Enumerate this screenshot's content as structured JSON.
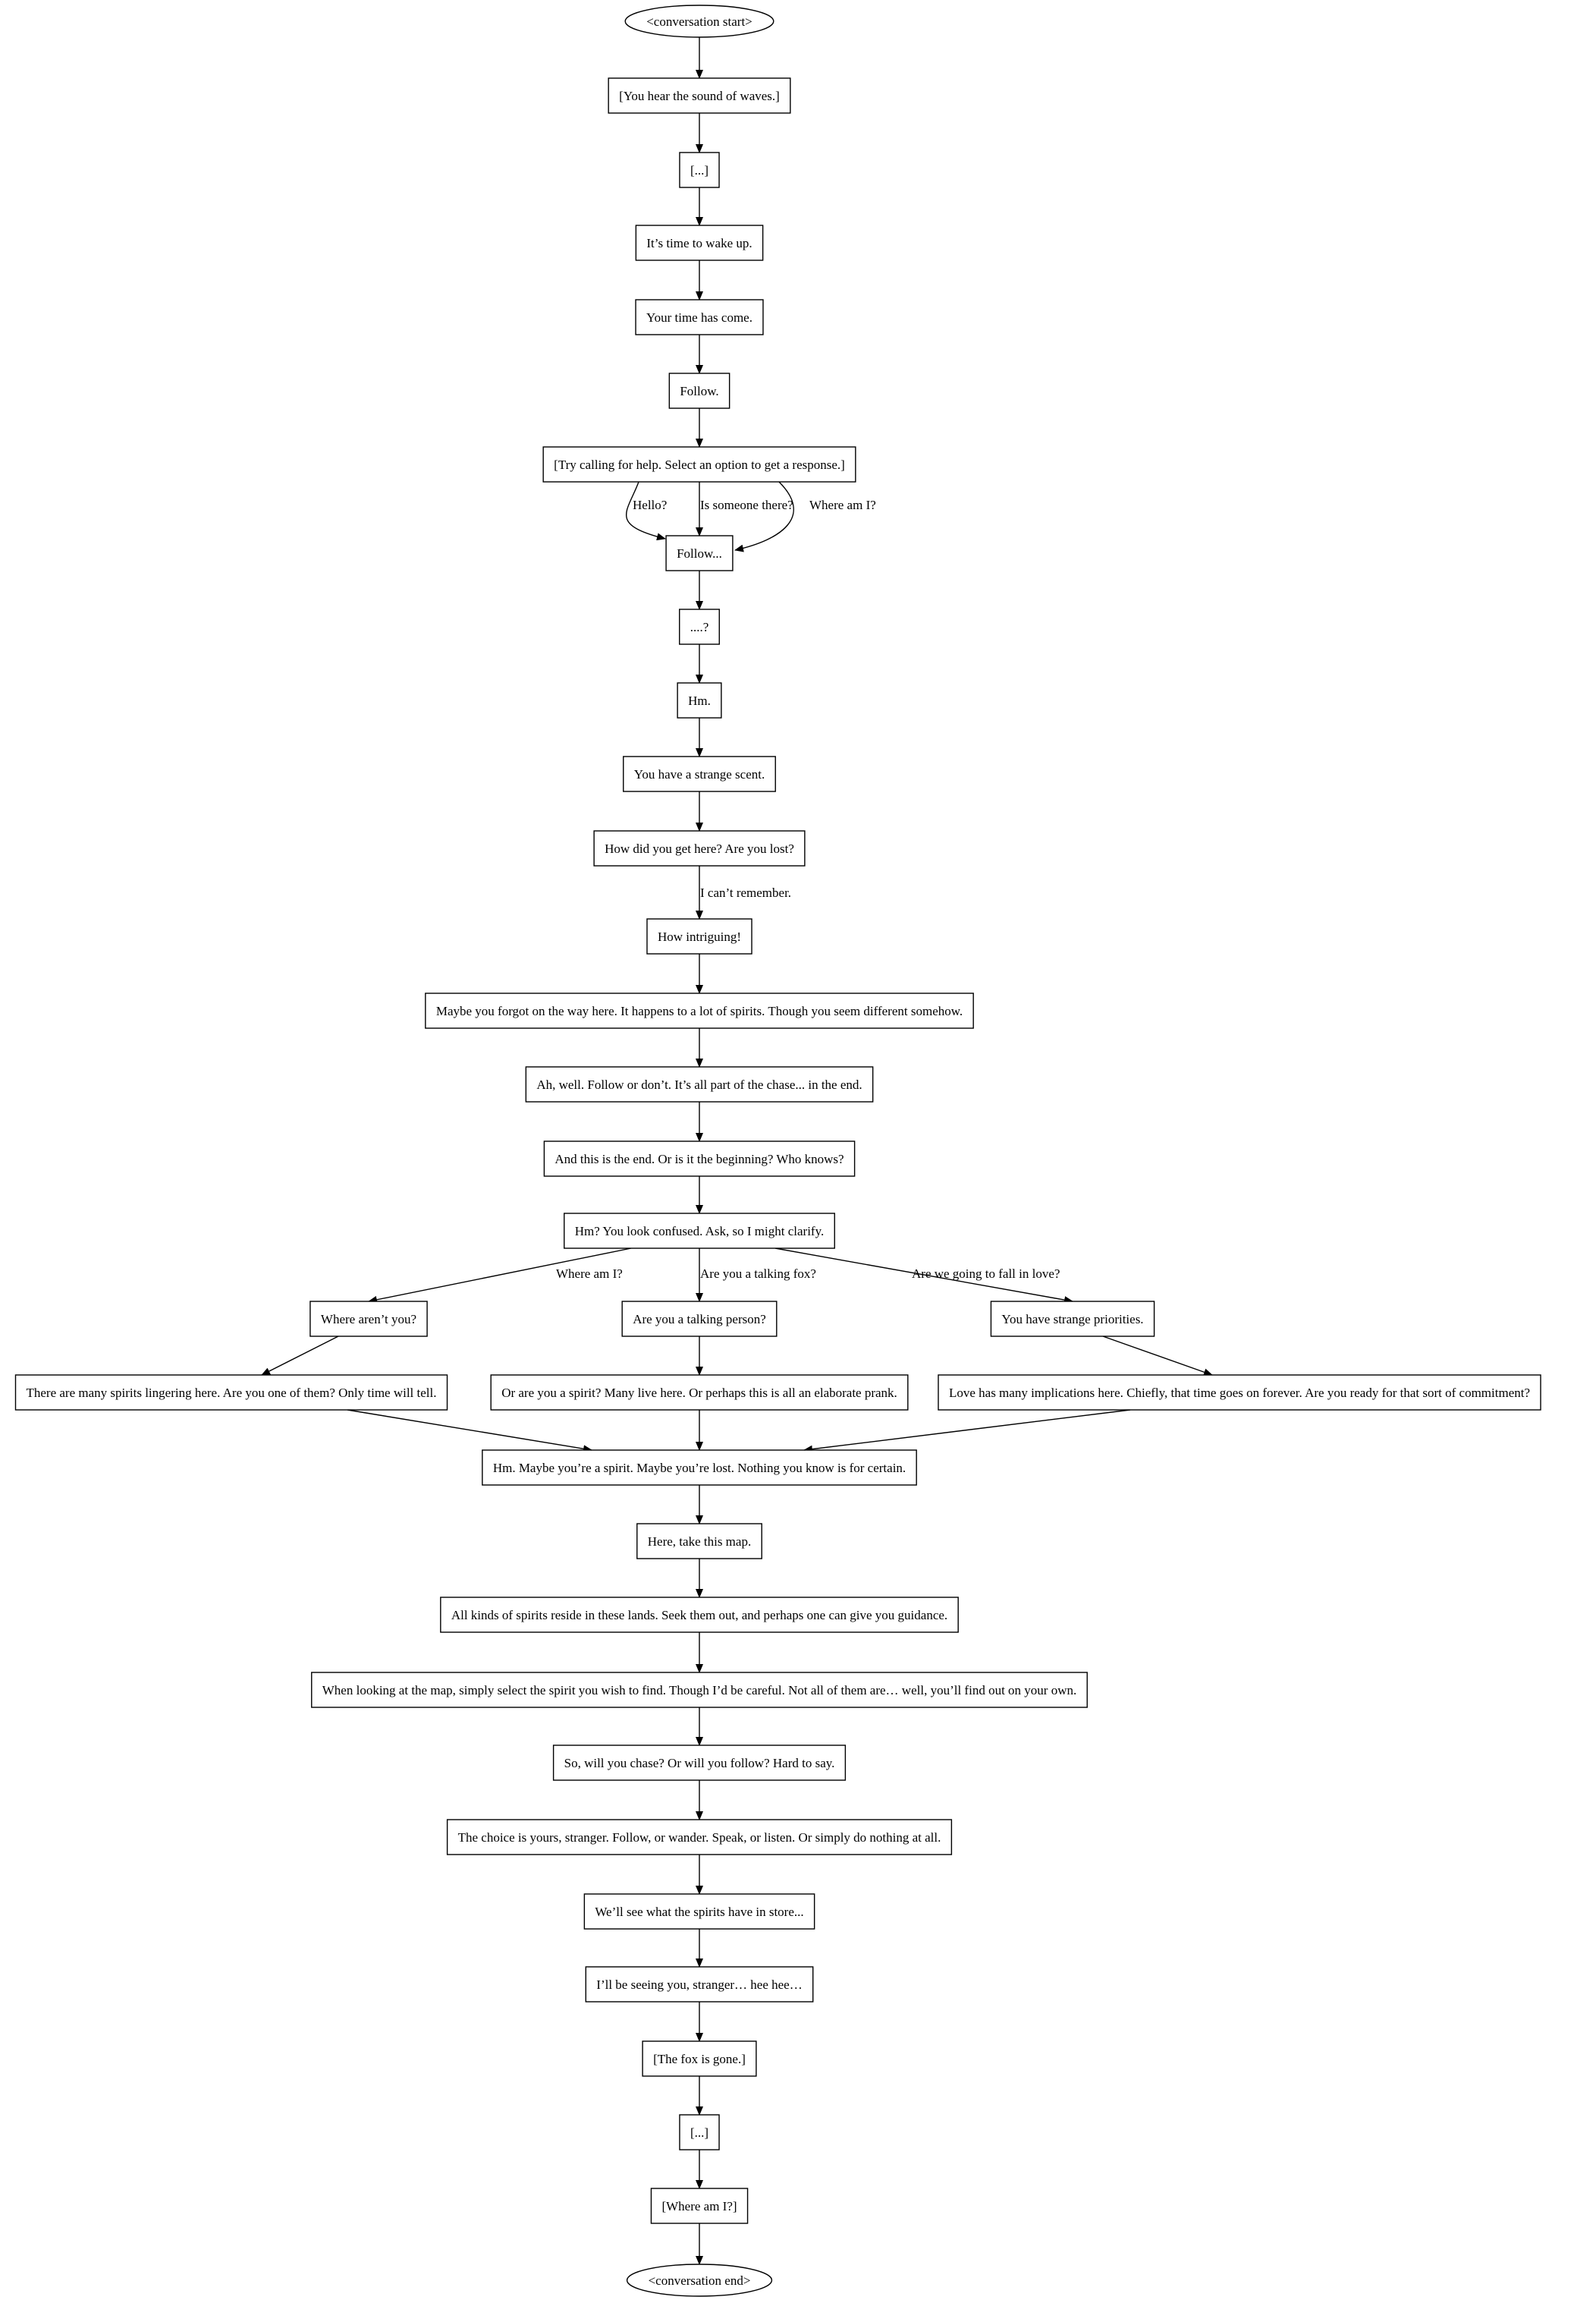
{
  "nodes": [
    {
      "id": "start",
      "shape": "ellipse",
      "text": "<conversation start>"
    },
    {
      "id": "n1",
      "shape": "box",
      "text": "[You hear the sound of waves.]"
    },
    {
      "id": "n2",
      "shape": "box",
      "text": "[...]"
    },
    {
      "id": "n3",
      "shape": "box",
      "text": "It’s time to wake up."
    },
    {
      "id": "n4",
      "shape": "box",
      "text": "Your time has come."
    },
    {
      "id": "n5",
      "shape": "box",
      "text": "Follow."
    },
    {
      "id": "n6",
      "shape": "box",
      "text": "[Try calling for help. Select an option to get a response.]"
    },
    {
      "id": "n7",
      "shape": "box",
      "text": "Follow..."
    },
    {
      "id": "n8",
      "shape": "box",
      "text": "....?"
    },
    {
      "id": "n9",
      "shape": "box",
      "text": "Hm."
    },
    {
      "id": "n10",
      "shape": "box",
      "text": "You have a strange scent."
    },
    {
      "id": "n11",
      "shape": "box",
      "text": "How did you get here? Are you lost?"
    },
    {
      "id": "n12",
      "shape": "box",
      "text": "How intriguing!"
    },
    {
      "id": "n13",
      "shape": "box",
      "text": "Maybe you forgot on the way here. It happens to a lot of spirits. Though you seem different somehow."
    },
    {
      "id": "n14",
      "shape": "box",
      "text": "Ah, well. Follow or don’t. It’s all part of the chase... in the end."
    },
    {
      "id": "n15",
      "shape": "box",
      "text": "And this is the end. Or is it the beginning? Who knows?"
    },
    {
      "id": "n16",
      "shape": "box",
      "text": "Hm? You look confused. Ask, so I might clarify."
    },
    {
      "id": "n17a",
      "shape": "box",
      "text": "Where aren’t you?"
    },
    {
      "id": "n17b",
      "shape": "box",
      "text": "Are you a talking person?"
    },
    {
      "id": "n17c",
      "shape": "box",
      "text": "You have strange priorities."
    },
    {
      "id": "n18a",
      "shape": "box",
      "text": "There are many spirits lingering here. Are you one of them? Only time will tell."
    },
    {
      "id": "n18b",
      "shape": "box",
      "text": "Or are you a spirit? Many live here. Or perhaps this is all an elaborate prank."
    },
    {
      "id": "n18c",
      "shape": "box",
      "text": "Love has many implications here. Chiefly, that time goes on forever. Are you ready for that sort of commitment?"
    },
    {
      "id": "n19",
      "shape": "box",
      "text": "Hm. Maybe you’re a spirit. Maybe you’re lost. Nothing you know is for certain."
    },
    {
      "id": "n20",
      "shape": "box",
      "text": "Here, take this map."
    },
    {
      "id": "n21",
      "shape": "box",
      "text": "All kinds of spirits reside in these lands. Seek them out, and perhaps one can give you guidance."
    },
    {
      "id": "n22",
      "shape": "box",
      "text": "When looking at the map, simply select the spirit you wish to find. Though I’d be careful. Not all of them are… well, you’ll find out on your own."
    },
    {
      "id": "n23",
      "shape": "box",
      "text": "So, will you chase? Or will you follow? Hard to say."
    },
    {
      "id": "n24",
      "shape": "box",
      "text": "The choice is yours, stranger. Follow, or wander. Speak, or listen. Or simply do nothing at all."
    },
    {
      "id": "n25",
      "shape": "box",
      "text": "We’ll see what the spirits have in store..."
    },
    {
      "id": "n26",
      "shape": "box",
      "text": "I’ll be seeing you, stranger… hee hee…"
    },
    {
      "id": "n27",
      "shape": "box",
      "text": "[The fox is gone.]"
    },
    {
      "id": "n28",
      "shape": "box",
      "text": "[...]"
    },
    {
      "id": "n29",
      "shape": "box",
      "text": "[Where am I?]"
    },
    {
      "id": "end",
      "shape": "ellipse",
      "text": "<conversation end>"
    }
  ],
  "edges": [
    {
      "from": "start",
      "to": "n1"
    },
    {
      "from": "n1",
      "to": "n2"
    },
    {
      "from": "n2",
      "to": "n3"
    },
    {
      "from": "n3",
      "to": "n4"
    },
    {
      "from": "n4",
      "to": "n5"
    },
    {
      "from": "n5",
      "to": "n6"
    },
    {
      "from": "n6",
      "to": "n7",
      "label": "Hello?"
    },
    {
      "from": "n6",
      "to": "n7",
      "label": "Is someone there?"
    },
    {
      "from": "n6",
      "to": "n7",
      "label": "Where am I?"
    },
    {
      "from": "n7",
      "to": "n8"
    },
    {
      "from": "n8",
      "to": "n9"
    },
    {
      "from": "n9",
      "to": "n10"
    },
    {
      "from": "n10",
      "to": "n11"
    },
    {
      "from": "n11",
      "to": "n12",
      "label": "I can’t remember."
    },
    {
      "from": "n12",
      "to": "n13"
    },
    {
      "from": "n13",
      "to": "n14"
    },
    {
      "from": "n14",
      "to": "n15"
    },
    {
      "from": "n15",
      "to": "n16"
    },
    {
      "from": "n16",
      "to": "n17a",
      "label": "Where am I?"
    },
    {
      "from": "n16",
      "to": "n17b",
      "label": "Are you a talking fox?"
    },
    {
      "from": "n16",
      "to": "n17c",
      "label": "Are we going to fall in love?"
    },
    {
      "from": "n17a",
      "to": "n18a"
    },
    {
      "from": "n17b",
      "to": "n18b"
    },
    {
      "from": "n17c",
      "to": "n18c"
    },
    {
      "from": "n18a",
      "to": "n19"
    },
    {
      "from": "n18b",
      "to": "n19"
    },
    {
      "from": "n18c",
      "to": "n19"
    },
    {
      "from": "n19",
      "to": "n20"
    },
    {
      "from": "n20",
      "to": "n21"
    },
    {
      "from": "n21",
      "to": "n22"
    },
    {
      "from": "n22",
      "to": "n23"
    },
    {
      "from": "n23",
      "to": "n24"
    },
    {
      "from": "n24",
      "to": "n25"
    },
    {
      "from": "n25",
      "to": "n26"
    },
    {
      "from": "n26",
      "to": "n27"
    },
    {
      "from": "n27",
      "to": "n28"
    },
    {
      "from": "n28",
      "to": "n29"
    },
    {
      "from": "n29",
      "to": "end"
    }
  ]
}
